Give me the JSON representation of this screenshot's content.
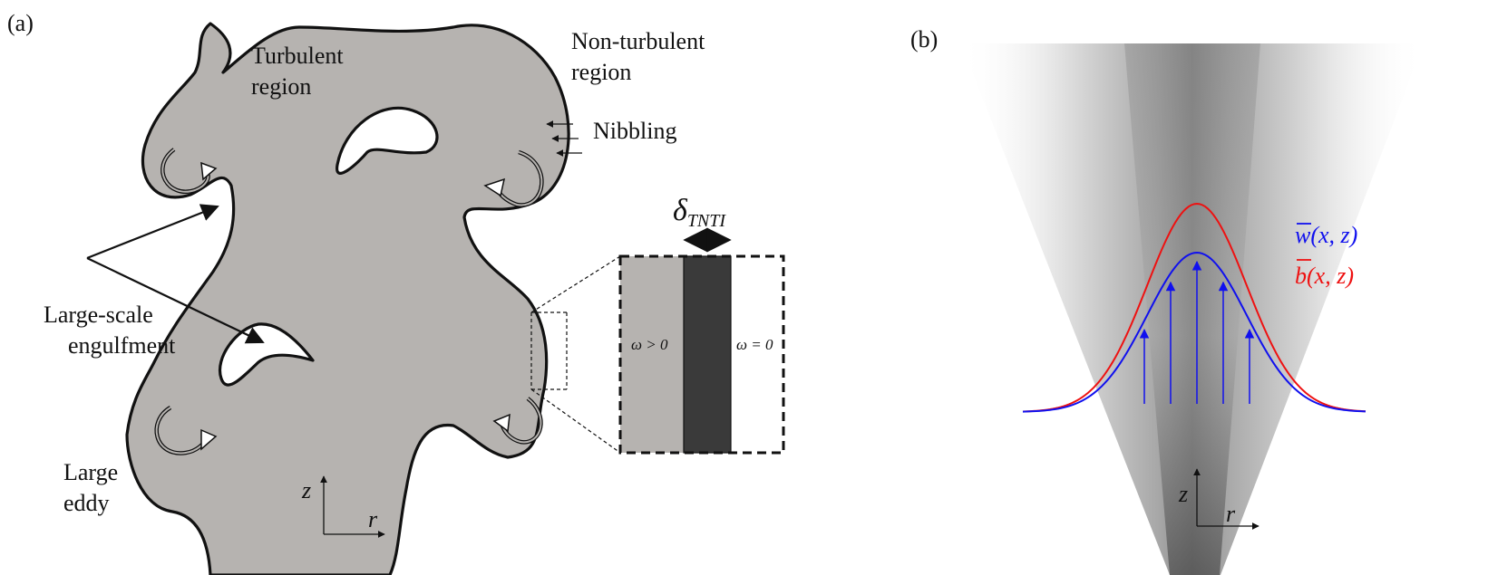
{
  "panel_a": {
    "tag": "(a)",
    "turbulent_line1": "Turbulent",
    "turbulent_line2": "region",
    "nonturb_line1": "Non-turbulent",
    "nonturb_line2": "region",
    "nibbling": "Nibbling",
    "engulf_line1": "Large-scale",
    "engulf_line2": "engulfment",
    "eddy_line1": "Large",
    "eddy_line2": "eddy",
    "delta_symbol": "δ",
    "delta_sub": "TNTI",
    "omega_pos": "ω > 0",
    "omega_zero": "ω = 0",
    "axis_z": "z",
    "axis_r": "r"
  },
  "panel_b": {
    "tag": "(b)",
    "w_label": "w(x, z)",
    "b_label": "b(x, z)",
    "w_color": "#1010ee",
    "b_color": "#ee1111",
    "axis_z": "z",
    "axis_r": "r"
  }
}
